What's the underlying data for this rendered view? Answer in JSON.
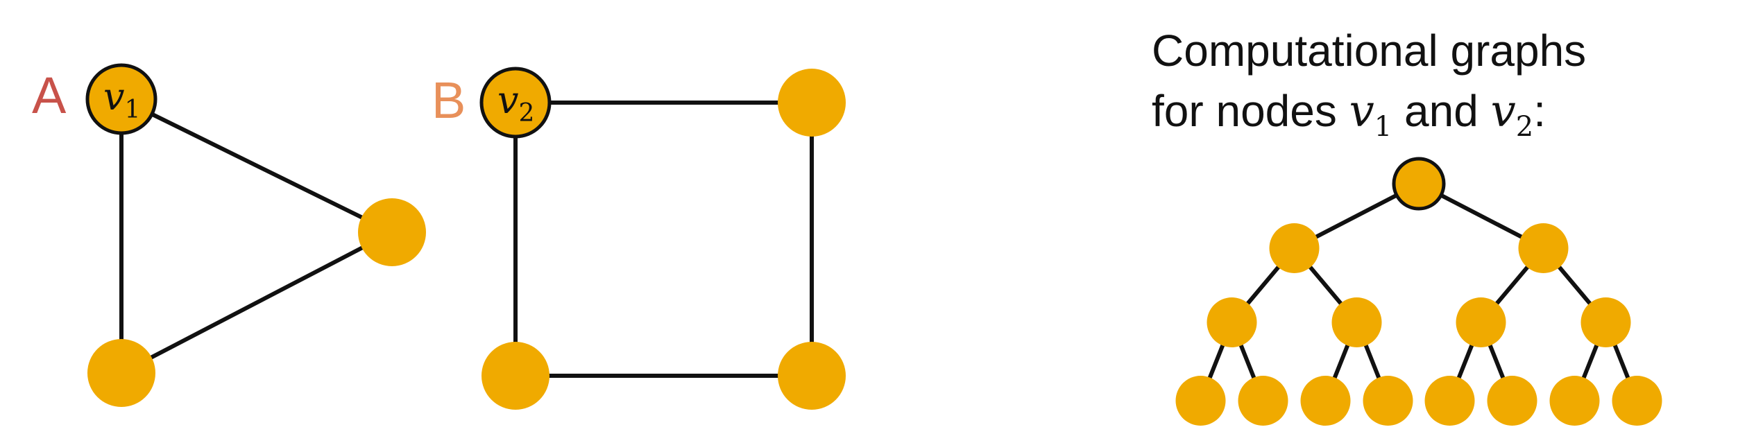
{
  "graph_a": {
    "label": "A",
    "label_color": "#C8524A",
    "highlight_node": {
      "var": "v",
      "sub": "1"
    }
  },
  "graph_b": {
    "label": "B",
    "label_color": "#E8905A",
    "highlight_node": {
      "var": "v",
      "sub": "2"
    }
  },
  "caption": {
    "line1": "Computational graphs",
    "line2_prefix": "for nodes ",
    "var1": "v",
    "var1_sub": "1",
    "conjunction": " and ",
    "var2": "v",
    "var2_sub": "2",
    "line2_suffix": ":"
  },
  "colors": {
    "node_fill": "#F0AA00",
    "edge": "#111111"
  },
  "tree": {
    "depth": 3,
    "branching": 2
  }
}
